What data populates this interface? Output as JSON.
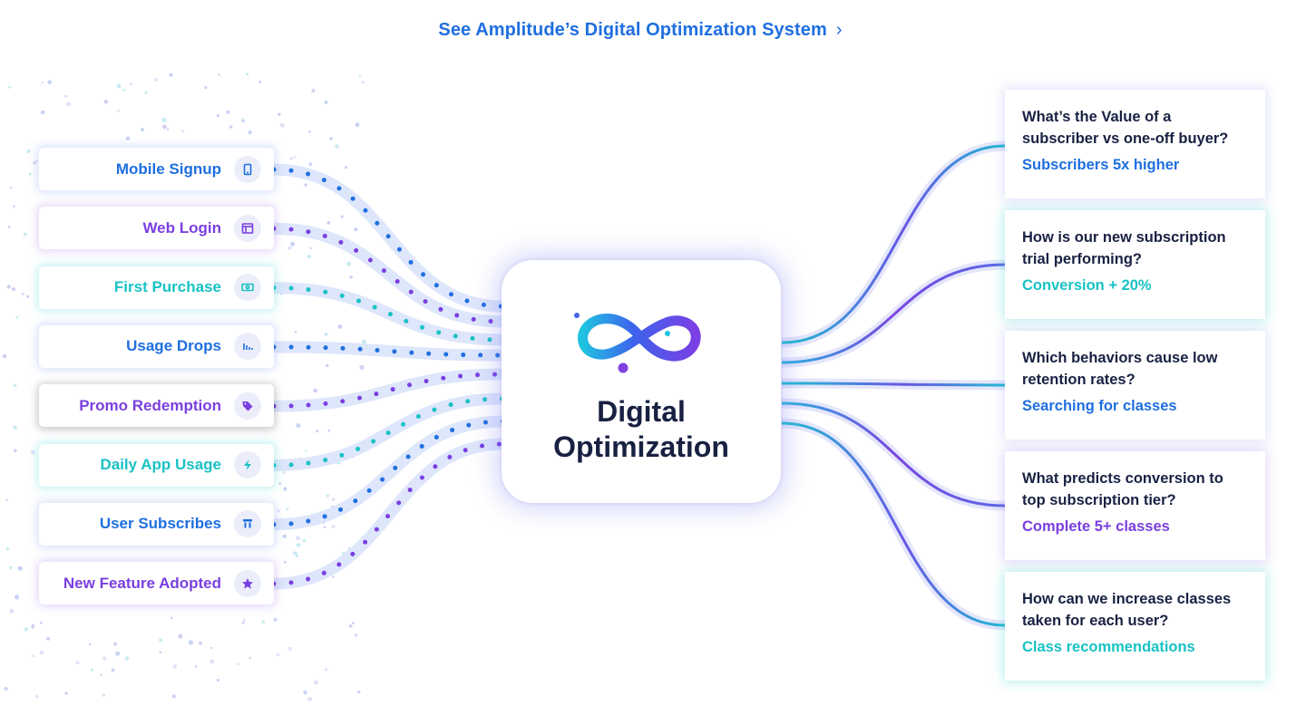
{
  "header": {
    "link_text": "See Amplitude’s Digital Optimization System",
    "link_chevron": "›"
  },
  "colors": {
    "blue": "#1f6fe0",
    "purple": "#7a3fe0",
    "teal": "#19c2c4",
    "navy": "#182142"
  },
  "events": [
    {
      "label": "Mobile Signup",
      "icon": "mobile-icon",
      "color": "blue"
    },
    {
      "label": "Web Login",
      "icon": "browser-window-icon",
      "color": "purple"
    },
    {
      "label": "First Purchase",
      "icon": "money-icon",
      "color": "teal"
    },
    {
      "label": "Usage Drops",
      "icon": "bar-chart-icon",
      "color": "blue"
    },
    {
      "label": "Promo Redemption",
      "icon": "tag-icon",
      "color": "purple"
    },
    {
      "label": "Daily App Usage",
      "icon": "lightning-icon",
      "color": "teal"
    },
    {
      "label": "User Subscribes",
      "icon": "subscribe-icon",
      "color": "blue"
    },
    {
      "label": "New Feature Adopted",
      "icon": "star-icon",
      "color": "purple"
    }
  ],
  "hub": {
    "title_line1": "Digital",
    "title_line2": "Optimization",
    "logo": "infinity-icon"
  },
  "cards": [
    {
      "question": "What’s the Value of a subscriber vs one-off buyer?",
      "answer": "Subscribers 5x higher",
      "color": "blue"
    },
    {
      "question": "How is our new subscription trial  performing?",
      "answer": "Conversion + 20%",
      "color": "teal"
    },
    {
      "question": "Which behaviors cause low retention rates?",
      "answer": "Searching for classes",
      "color": "blue"
    },
    {
      "question": "What predicts conversion to top subscription tier?",
      "answer": "Complete 5+ classes",
      "color": "purple"
    },
    {
      "question": "How can we increase classes taken for each user?",
      "answer": "Class recommendations",
      "color": "teal"
    }
  ]
}
